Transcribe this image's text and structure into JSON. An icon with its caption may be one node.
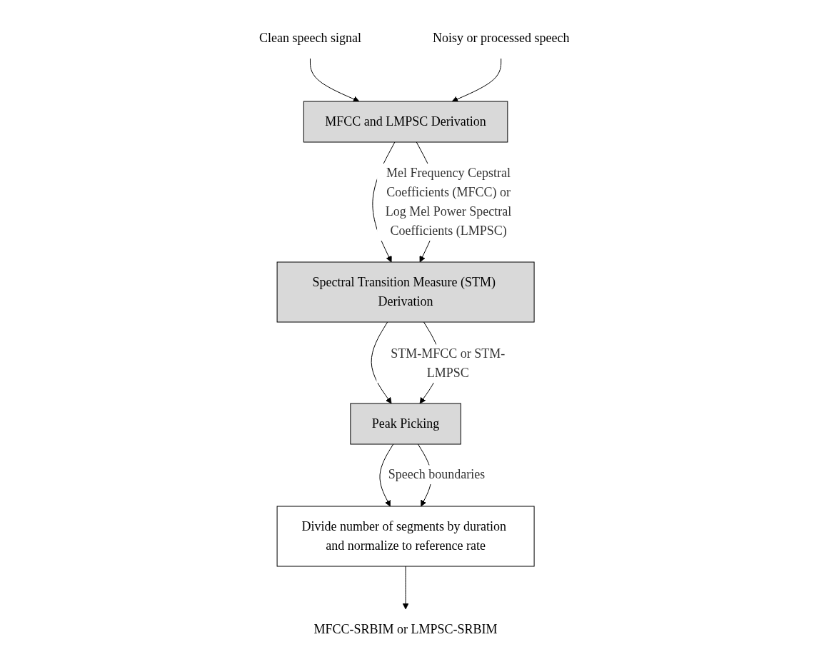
{
  "diagram": {
    "nodes": [
      {
        "text": [
          "Clean speech signal"
        ]
      },
      {
        "text": [
          "Noisy or processed speech"
        ]
      },
      {
        "text": [
          "MFCC and LMPSC Derivation"
        ]
      },
      {
        "text": [
          "Spectral Transition Measure (STM) Derivation"
        ]
      },
      {
        "text": [
          "Peak Picking"
        ]
      },
      {
        "text": [
          "Divide number of segments by duration and normalize to reference rate"
        ]
      },
      {
        "text": [
          "MFCC-SRBIM or LMPSC-SRBIM"
        ]
      }
    ],
    "edges": [
      {
        "from": 0,
        "to": 2,
        "arrow": "to"
      },
      {
        "from": 1,
        "to": 2,
        "arrow": "to"
      },
      {
        "from": 2,
        "to": 3,
        "arrow": "to"
      },
      {
        "from": 2,
        "to": 3,
        "arrow": "to",
        "label": "Mel Frequency Cepstral Coefficients (MFCC) or Log Mel Power Spectral Coefficients (LMPSC)"
      },
      {
        "from": 3,
        "to": 4,
        "arrow": "to"
      },
      {
        "from": 3,
        "to": 4,
        "arrow": "to",
        "label": "STM-MFCC or STM-LMPSC"
      },
      {
        "from": 4,
        "to": 5,
        "arrow": "to"
      },
      {
        "from": 4,
        "to": 5,
        "arrow": "to",
        "label": "Speech boundaries"
      },
      {
        "from": 5,
        "to": 6,
        "arrow": "to"
      }
    ]
  }
}
